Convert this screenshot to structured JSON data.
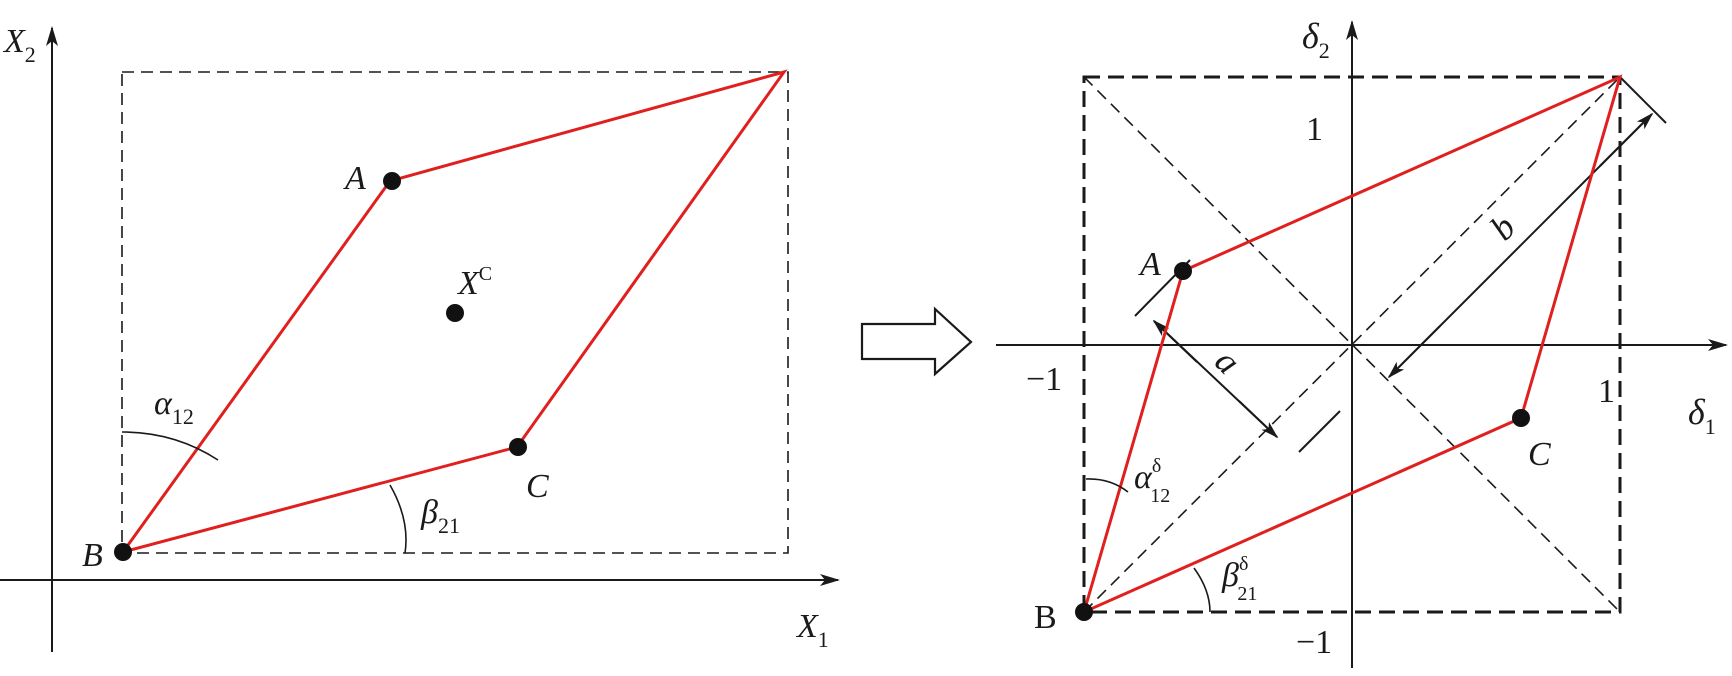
{
  "colors": {
    "polygon": "#e0201e",
    "ink": "#1a1a1a",
    "background": "#ffffff"
  },
  "left_panel": {
    "x_axis": {
      "main": "X",
      "sub": "1"
    },
    "y_axis": {
      "main": "X",
      "sub": "2"
    },
    "point_a": "A",
    "point_b": "B",
    "point_c": "C",
    "center": {
      "main": "X",
      "sup": "C"
    },
    "angle_alpha": {
      "main": "α",
      "sub": "12"
    },
    "angle_beta": {
      "main": "β",
      "sub": "21"
    }
  },
  "transform_arrow_icon": "hollow-right-arrow-icon",
  "right_panel": {
    "x_axis": {
      "main": "δ",
      "sub": "1"
    },
    "y_axis": {
      "main": "δ",
      "sub": "2"
    },
    "tick_pos_x": "1",
    "tick_pos_y": "1",
    "tick_neg_x": "−1",
    "tick_neg_y": "−1",
    "point_a": "A",
    "point_b": "B",
    "point_c": "C",
    "dim_a": "a",
    "dim_b": "b",
    "angle_alpha": {
      "main": "α",
      "sub": "12",
      "sup": "δ"
    },
    "angle_beta": {
      "main": "β",
      "sub": "21",
      "sup": "δ"
    }
  }
}
